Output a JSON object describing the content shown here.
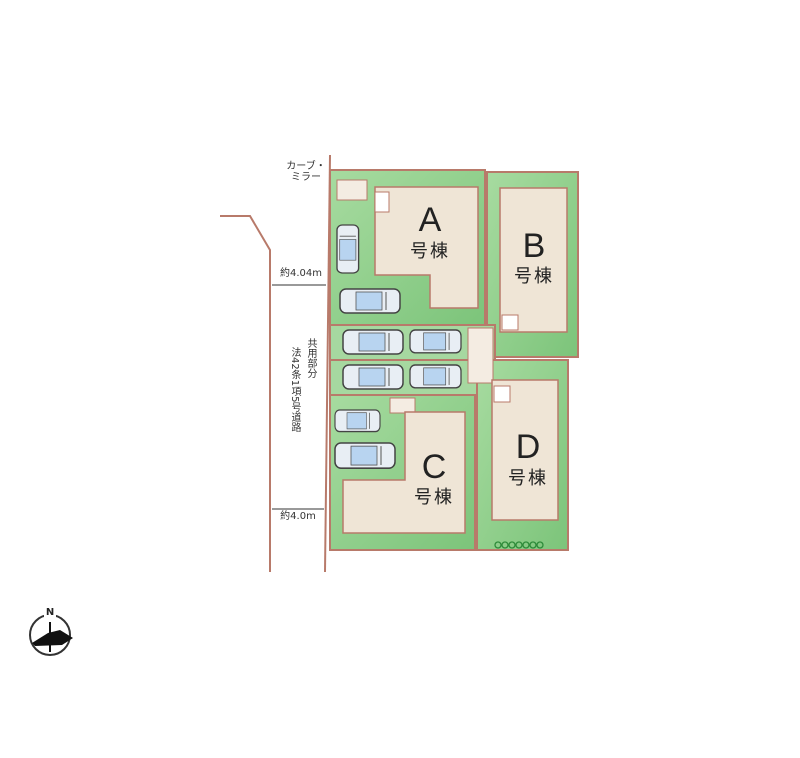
{
  "title_labels": {
    "curve_mirror": "カーブ・ミラー",
    "road_width_top": "約4.04m",
    "road_width_bottom": "約4.0m",
    "shared_area": "共用部分",
    "road_type": "法42条1項5号道路"
  },
  "buildings": [
    {
      "letter": "A",
      "suffix": "号棟"
    },
    {
      "letter": "B",
      "suffix": "号棟"
    },
    {
      "letter": "C",
      "suffix": "号棟"
    },
    {
      "letter": "D",
      "suffix": "号棟"
    }
  ],
  "compass": {
    "label": "N"
  },
  "colors": {
    "lot_green": "#8fce8a",
    "lot_border": "#b87a6a",
    "building": "#efe5d6",
    "road_line": "#b87a6a"
  }
}
